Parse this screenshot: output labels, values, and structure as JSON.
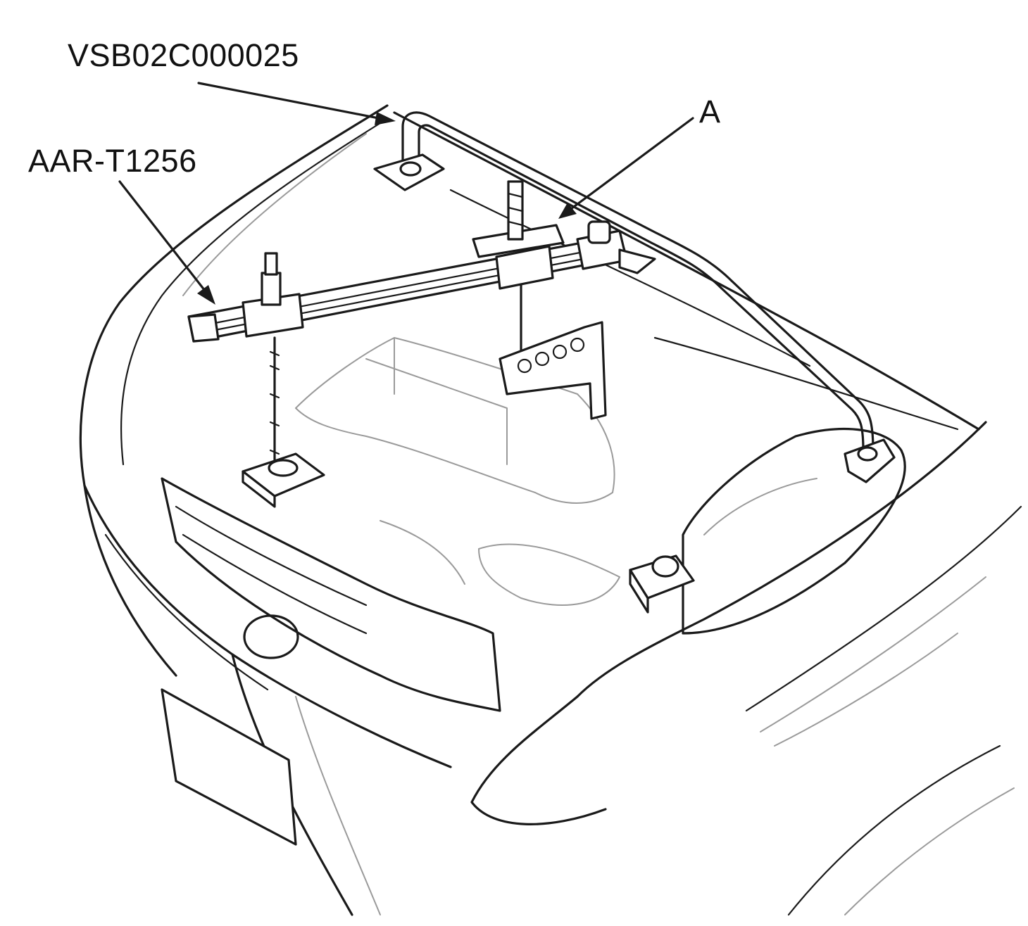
{
  "callouts": {
    "vsb": "VSB02C000025",
    "aar": "AAR-T1256",
    "a": "A"
  },
  "colors": {
    "line": "#1a1a1a",
    "faint_line": "#9a9a9a",
    "background": "#ffffff"
  }
}
